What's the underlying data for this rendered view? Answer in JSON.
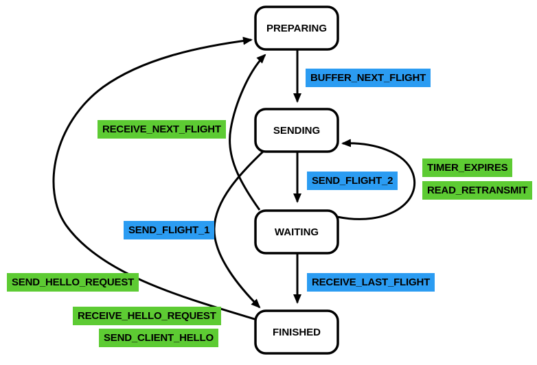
{
  "colors": {
    "action_label_bg": "#2B9CF2",
    "event_label_bg": "#5DCB33",
    "node_fill": "#FFFFFF",
    "stroke": "#000000"
  },
  "states": {
    "preparing": {
      "label": "PREPARING"
    },
    "sending": {
      "label": "SENDING"
    },
    "waiting": {
      "label": "WAITING"
    },
    "finished": {
      "label": "FINISHED"
    }
  },
  "transitions": {
    "buffer_next_flight": {
      "label": "BUFFER_NEXT_FLIGHT",
      "from": "PREPARING",
      "to": "SENDING",
      "category": "action"
    },
    "send_flight_2": {
      "label": "SEND_FLIGHT_2",
      "from": "SENDING",
      "to": "WAITING",
      "category": "action"
    },
    "receive_last_flight": {
      "label": "RECEIVE_LAST_FLIGHT",
      "from": "WAITING",
      "to": "FINISHED",
      "category": "action"
    },
    "send_flight_1": {
      "label": "SEND_FLIGHT_1",
      "from": "SENDING",
      "to": "FINISHED",
      "category": "action"
    },
    "receive_next_flight": {
      "label": "RECEIVE_NEXT_FLIGHT",
      "from": "WAITING",
      "to": "PREPARING",
      "category": "event"
    },
    "timer_expires": {
      "label": "TIMER_EXPIRES",
      "from": "WAITING",
      "to": "SENDING",
      "category": "event"
    },
    "read_retransmit": {
      "label": "READ_RETRANSMIT",
      "from": "WAITING",
      "to": "SENDING",
      "category": "event"
    },
    "send_hello_request": {
      "label": "SEND_HELLO_REQUEST",
      "from": "FINISHED",
      "to": "PREPARING",
      "category": "event"
    },
    "receive_hello_request": {
      "label": "RECEIVE_HELLO_REQUEST",
      "from": "FINISHED",
      "to": "PREPARING",
      "category": "event"
    },
    "send_client_hello": {
      "label": "SEND_CLIENT_HELLO",
      "from": "FINISHED",
      "to": "PREPARING",
      "category": "event"
    }
  }
}
